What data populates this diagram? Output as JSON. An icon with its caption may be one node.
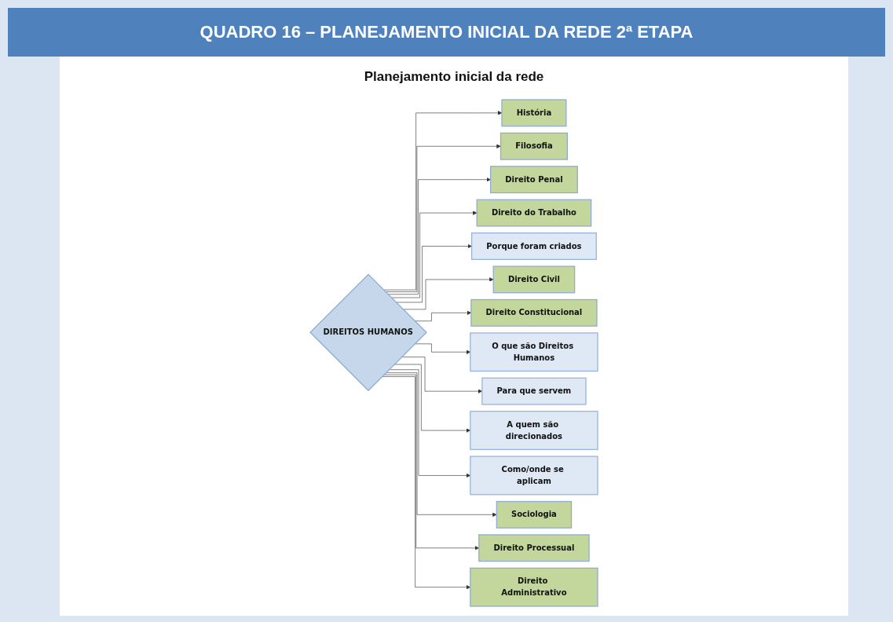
{
  "diagram": {
    "title": "QUADRO 16 – PLANEJAMENTO INICIAL DA REDE 2ª ETAPA",
    "nodes": [
      {
        "text": [
          "História"
        ]
      },
      {
        "text": [
          "Filosofia"
        ]
      },
      {
        "text": [
          "Direito Penal"
        ]
      },
      {
        "text": [
          "Direito do Trabalho"
        ]
      },
      {
        "text": [
          "Porque foram criados"
        ]
      },
      {
        "text": [
          "Direito Civil"
        ]
      },
      {
        "text": [
          "Direito Constitucional"
        ]
      },
      {
        "text": [
          "O que são Direitos Humanos"
        ]
      },
      {
        "text": [
          "Para que servem"
        ]
      },
      {
        "text": [
          "DIREITOS HUMANOS"
        ]
      },
      {
        "text": [
          "A quem são direcionados"
        ]
      },
      {
        "text": [
          "Como/onde se aplicam"
        ]
      },
      {
        "text": [
          "Sociologia"
        ]
      },
      {
        "text": [
          "Direito Processual"
        ]
      },
      {
        "text": [
          "Direito Administrativo"
        ]
      }
    ],
    "edges": [
      {
        "from": 9,
        "to": 0,
        "arrow": "to"
      },
      {
        "from": 9,
        "to": 1,
        "arrow": "to"
      },
      {
        "from": 9,
        "to": 2,
        "arrow": "to"
      },
      {
        "from": 9,
        "to": 3,
        "arrow": "to"
      },
      {
        "from": 9,
        "to": 4,
        "arrow": "to"
      },
      {
        "from": 9,
        "to": 5,
        "arrow": "to"
      },
      {
        "from": 9,
        "to": 6,
        "arrow": "to"
      },
      {
        "from": 9,
        "to": 7,
        "arrow": "to"
      },
      {
        "from": 9,
        "to": 8,
        "arrow": "to"
      },
      {
        "from": 9,
        "to": 10,
        "arrow": "to"
      },
      {
        "from": 9,
        "to": 11,
        "arrow": "to"
      },
      {
        "from": 9,
        "to": 12,
        "arrow": "to"
      },
      {
        "from": 9,
        "to": 13,
        "arrow": "to"
      },
      {
        "from": 9,
        "to": 14,
        "arrow": "to"
      }
    ],
    "labels": [
      "Planejamento inicial da rede"
    ]
  }
}
